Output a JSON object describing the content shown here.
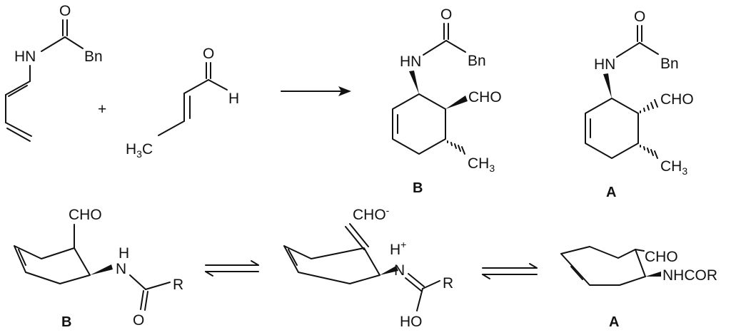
{
  "labels": {
    "o": "O",
    "hn": "HN",
    "bn": "Bn",
    "h": "H",
    "h3c": "H",
    "h3c_sub": "3",
    "h3c_c": "C",
    "plus": "+",
    "cho": "CHO",
    "ch": "CH",
    "ch_sub": "3",
    "nh_h": "H",
    "n": "N",
    "r": "R",
    "cho_minus": "CHO",
    "minus": "-",
    "h_plus": "H",
    "plus_sup": "+",
    "ho": "HO",
    "nhcor": "NHCOR"
  },
  "compounds": {
    "a": "A",
    "b": "B"
  }
}
